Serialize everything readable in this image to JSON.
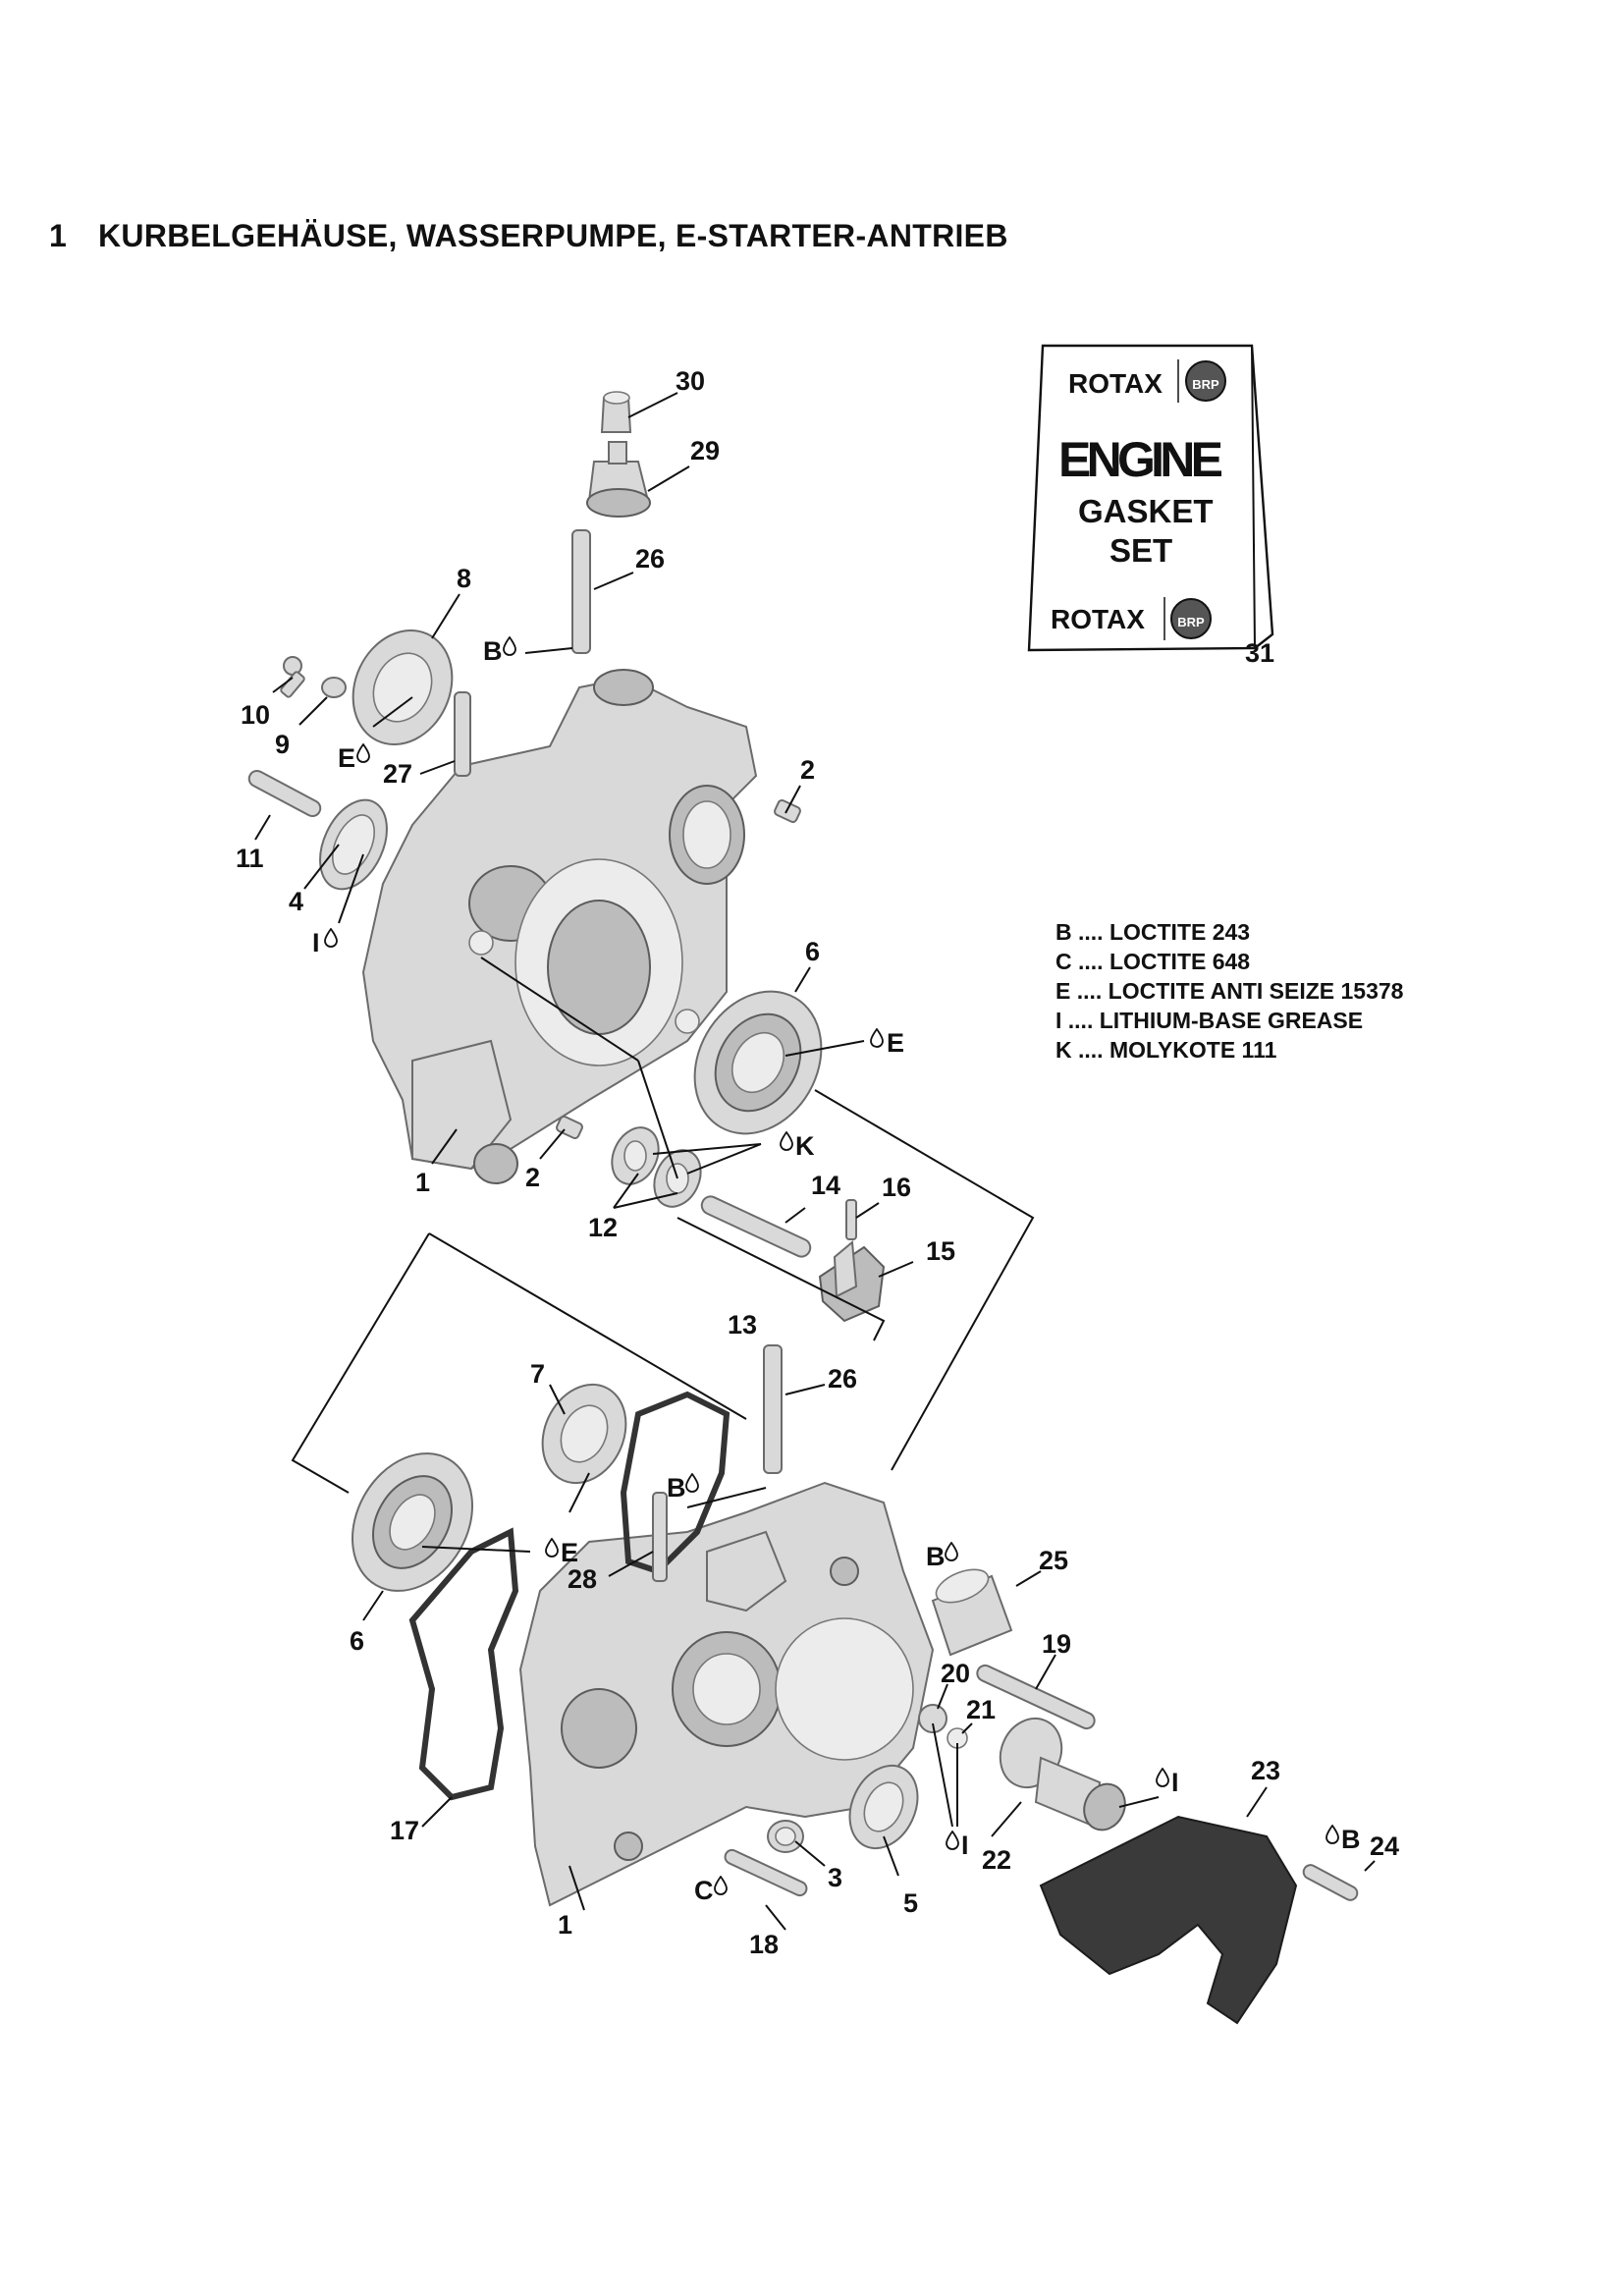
{
  "page": {
    "section_number": "1",
    "title": "KURBELGEHÄUSE, WASSERPUMPE, E-STARTER-ANTRIEB"
  },
  "gasket_box": {
    "brand_top": "ROTAX",
    "brand_bottom": "ROTAX",
    "badge": "BRP",
    "line1": "ENGINE",
    "line2": "GASKET",
    "line3": "SET"
  },
  "legend": [
    "B .... LOCTITE 243",
    "C .... LOCTITE 648",
    "E .... LOCTITE ANTI SEIZE 15378",
    "I  .... LITHIUM-BASE GREASE",
    "K .... MOLYKOTE 111"
  ],
  "callouts": {
    "p30": "30",
    "p29": "29",
    "p26a": "26",
    "p8": "8",
    "pB1": "B",
    "p10": "10",
    "p9": "9",
    "pE1": "E",
    "p27": "27",
    "p2a": "2",
    "p11": "11",
    "p4": "4",
    "pI1": "I",
    "p6a": "6",
    "pE2": "E",
    "p1a": "1",
    "p2b": "2",
    "pK": "K",
    "p14": "14",
    "p16": "16",
    "p12": "12",
    "p15": "15",
    "p13": "13",
    "p7": "7",
    "p26b": "26",
    "pB2": "B",
    "pE3": "E",
    "p28": "28",
    "pB3": "B",
    "p25": "25",
    "p6b": "6",
    "p19": "19",
    "p20": "20",
    "p21": "21",
    "p17": "17",
    "p23": "23",
    "pI2": "I",
    "pI3": "I",
    "pB4": "B",
    "p24": "24",
    "p22": "22",
    "p3": "3",
    "p5": "5",
    "pC": "C",
    "p1b": "1",
    "p18": "18",
    "p31": "31"
  }
}
